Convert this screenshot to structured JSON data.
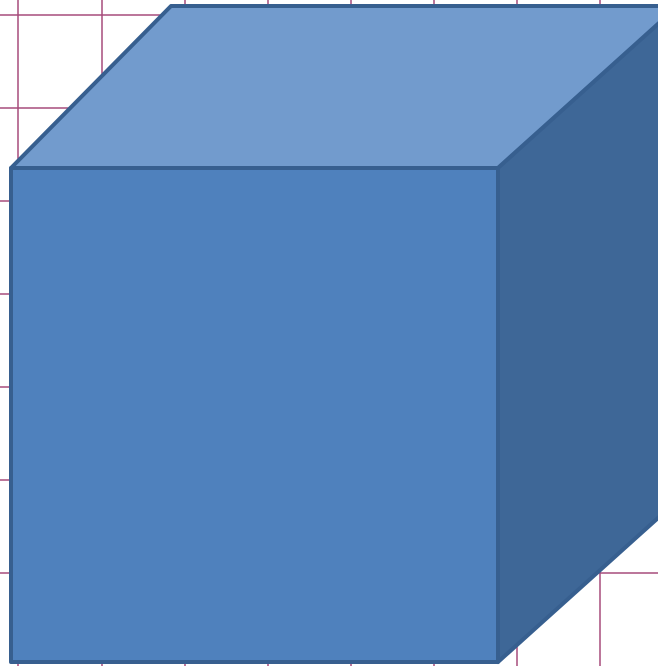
{
  "colors": {
    "background": "#ffffff",
    "grid_line": "#a54a7a",
    "cube_front": "#4f81bd",
    "cube_top": "#729bcd",
    "cube_side": "#3e6797",
    "cube_outline": "#375f8f"
  },
  "diagram": {
    "type": "3d-cube-on-grid",
    "shapes": [
      "grid-background",
      "cube-top-face",
      "cube-front-face",
      "cube-side-face"
    ]
  }
}
